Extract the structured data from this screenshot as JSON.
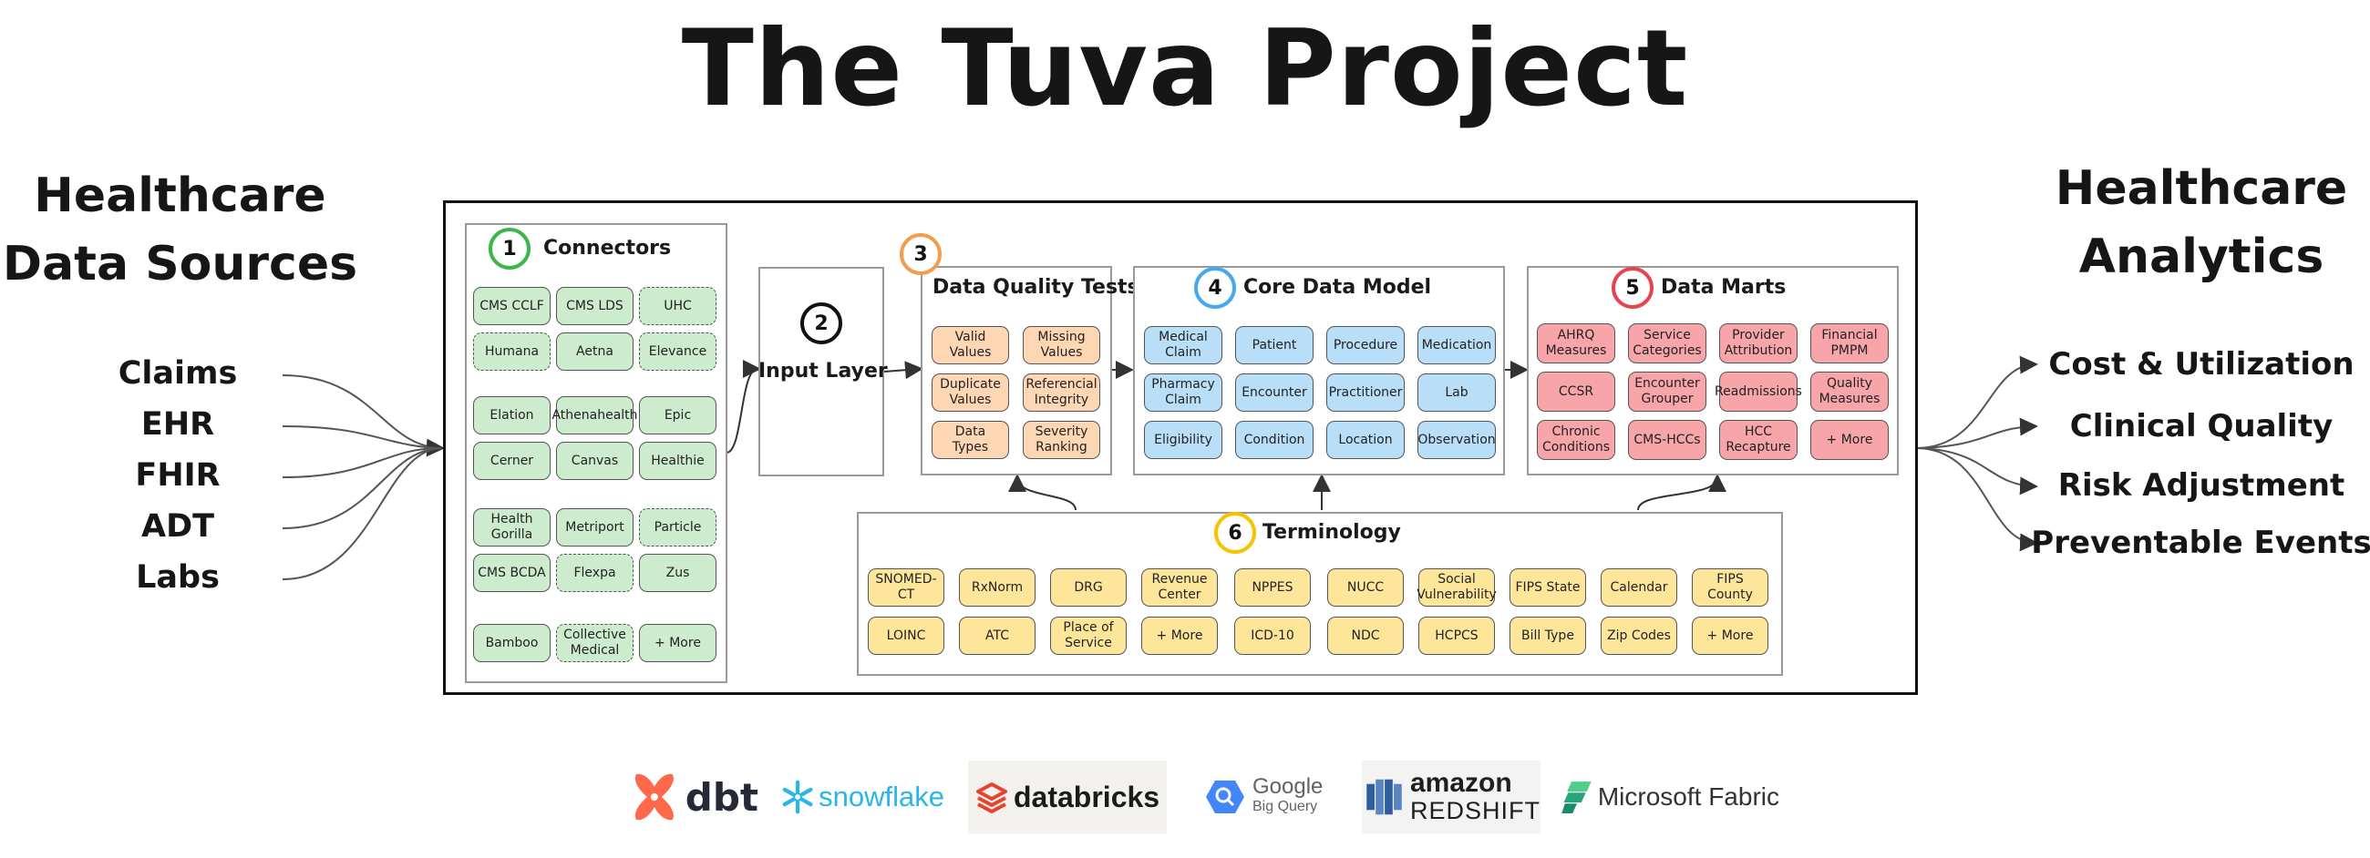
{
  "title": "The Tuva Project",
  "left": {
    "heading_line1": "Healthcare",
    "heading_line2": "Data Sources",
    "sources": [
      "Claims",
      "EHR",
      "FHIR",
      "ADT",
      "Labs"
    ]
  },
  "right": {
    "heading_line1": "Healthcare",
    "heading_line2": "Analytics",
    "outputs": [
      "Cost & Utilization",
      "Clinical Quality",
      "Risk Adjustment",
      "Preventable Events"
    ]
  },
  "connectors": {
    "number": "1",
    "title": "Connectors",
    "accent": "#3cb54a",
    "items": [
      {
        "label": "CMS CCLF",
        "dashed": false
      },
      {
        "label": "CMS LDS",
        "dashed": false
      },
      {
        "label": "UHC",
        "dashed": true
      },
      {
        "label": "Humana",
        "dashed": true
      },
      {
        "label": "Aetna",
        "dashed": false
      },
      {
        "label": "Elevance",
        "dashed": true
      },
      {
        "label": "Elation",
        "dashed": false
      },
      {
        "label": "Athenahealth",
        "dashed": false
      },
      {
        "label": "Epic",
        "dashed": false
      },
      {
        "label": "Cerner",
        "dashed": false
      },
      {
        "label": "Canvas",
        "dashed": false
      },
      {
        "label": "Healthie",
        "dashed": false
      },
      {
        "label": "Health Gorilla",
        "dashed": false
      },
      {
        "label": "Metriport",
        "dashed": false
      },
      {
        "label": "Particle",
        "dashed": true
      },
      {
        "label": "CMS BCDA",
        "dashed": false
      },
      {
        "label": "Flexpa",
        "dashed": true
      },
      {
        "label": "Zus",
        "dashed": false
      },
      {
        "label": "Bamboo",
        "dashed": false
      },
      {
        "label": "Collective Medical",
        "dashed": true
      },
      {
        "label": "+ More",
        "dashed": false
      }
    ]
  },
  "input_layer": {
    "number": "2",
    "title": "Input Layer"
  },
  "dq": {
    "number": "3",
    "title": "Data Quality Tests",
    "accent": "#f39c4a",
    "items": [
      "Valid Values",
      "Missing Values",
      "Duplicate Values",
      "Referencial Integrity",
      "Data Types",
      "Severity Ranking"
    ]
  },
  "core": {
    "number": "4",
    "title": "Core Data Model",
    "accent": "#46a9f0",
    "items": [
      "Medical Claim",
      "Patient",
      "Procedure",
      "Medication",
      "Pharmacy Claim",
      "Encounter",
      "Practitioner",
      "Lab",
      "Eligibility",
      "Condition",
      "Location",
      "Observation"
    ]
  },
  "marts": {
    "number": "5",
    "title": "Data Marts",
    "accent": "#e8444d",
    "items": [
      "AHRQ Measures",
      "Service Categories",
      "Provider Attribution",
      "Financial PMPM",
      "CCSR",
      "Encounter Grouper",
      "Readmissions",
      "Quality Measures",
      "Chronic Conditions",
      "CMS-HCCs",
      "HCC Recapture",
      "+ More"
    ]
  },
  "terminology": {
    "number": "6",
    "title": "Terminology",
    "accent": "#f5c400",
    "items": [
      "SNOMED-CT",
      "RxNorm",
      "DRG",
      "Revenue Center",
      "NPPES",
      "NUCC",
      "Social Vulnerability",
      "FIPS State",
      "Calendar",
      "FIPS County",
      "LOINC",
      "ATC",
      "Place of Service",
      "+ More",
      "ICD-10",
      "NDC",
      "HCPCS",
      "Bill Type",
      "Zip Codes",
      "+ More"
    ]
  },
  "logos": {
    "dbt": "dbt",
    "snowflake": "snowflake",
    "databricks": "databricks",
    "google_line1": "Google",
    "google_line2": "Big Query",
    "amazon_line1": "amazon",
    "amazon_line2": "REDSHIFT",
    "fabric": "Microsoft Fabric"
  },
  "colors": {
    "green_chip": "#cdeccd",
    "orange_chip": "#fdd6b3",
    "blue_chip": "#b9def8",
    "red_chip": "#f7a5a9",
    "yellow_chip": "#fde69a",
    "dbt_orange": "#ff694a",
    "snowflake_blue": "#29b5e8",
    "databricks_red": "#e5452f",
    "google_blue": "#4386fa",
    "redshift_blue": "#2f5e9e",
    "fabric_green": "#1d8a6b"
  }
}
